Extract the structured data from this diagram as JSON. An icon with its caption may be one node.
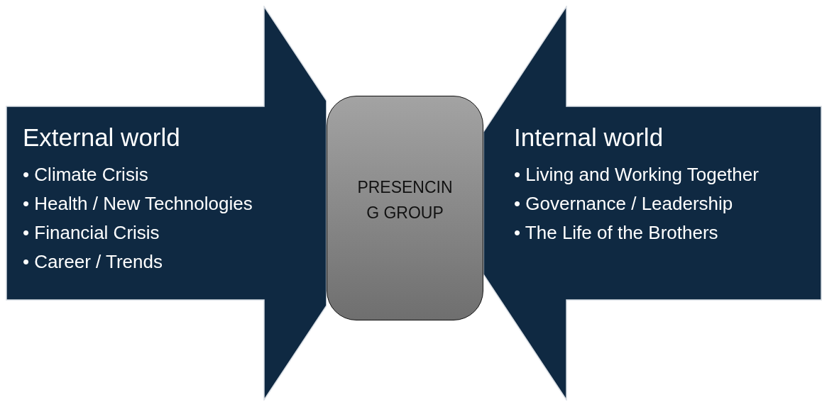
{
  "diagram": {
    "nodes": [
      {
        "text": [
          "External world",
          "• Climate Crisis",
          "• Health / New Technologies",
          "• Financial Crisis",
          "• Career / Trends"
        ]
      },
      {
        "text": [
          "PRESENCIN G GROUP"
        ]
      },
      {
        "text": [
          "Internal world",
          "• Living and Working Together",
          "• Governance / Leadership",
          "• The Life of the Brothers"
        ]
      }
    ]
  }
}
